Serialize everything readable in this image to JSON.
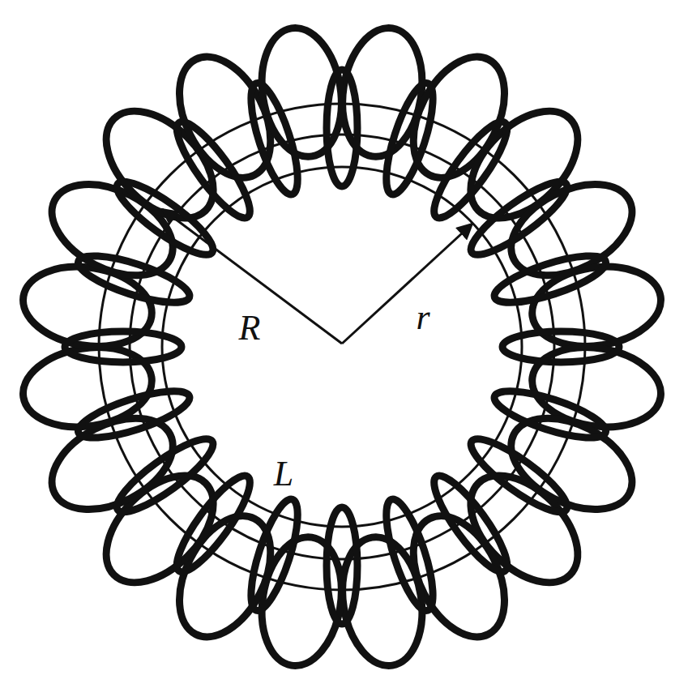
{
  "diagram": {
    "labels": [
      "R",
      "r",
      "L"
    ]
  }
}
